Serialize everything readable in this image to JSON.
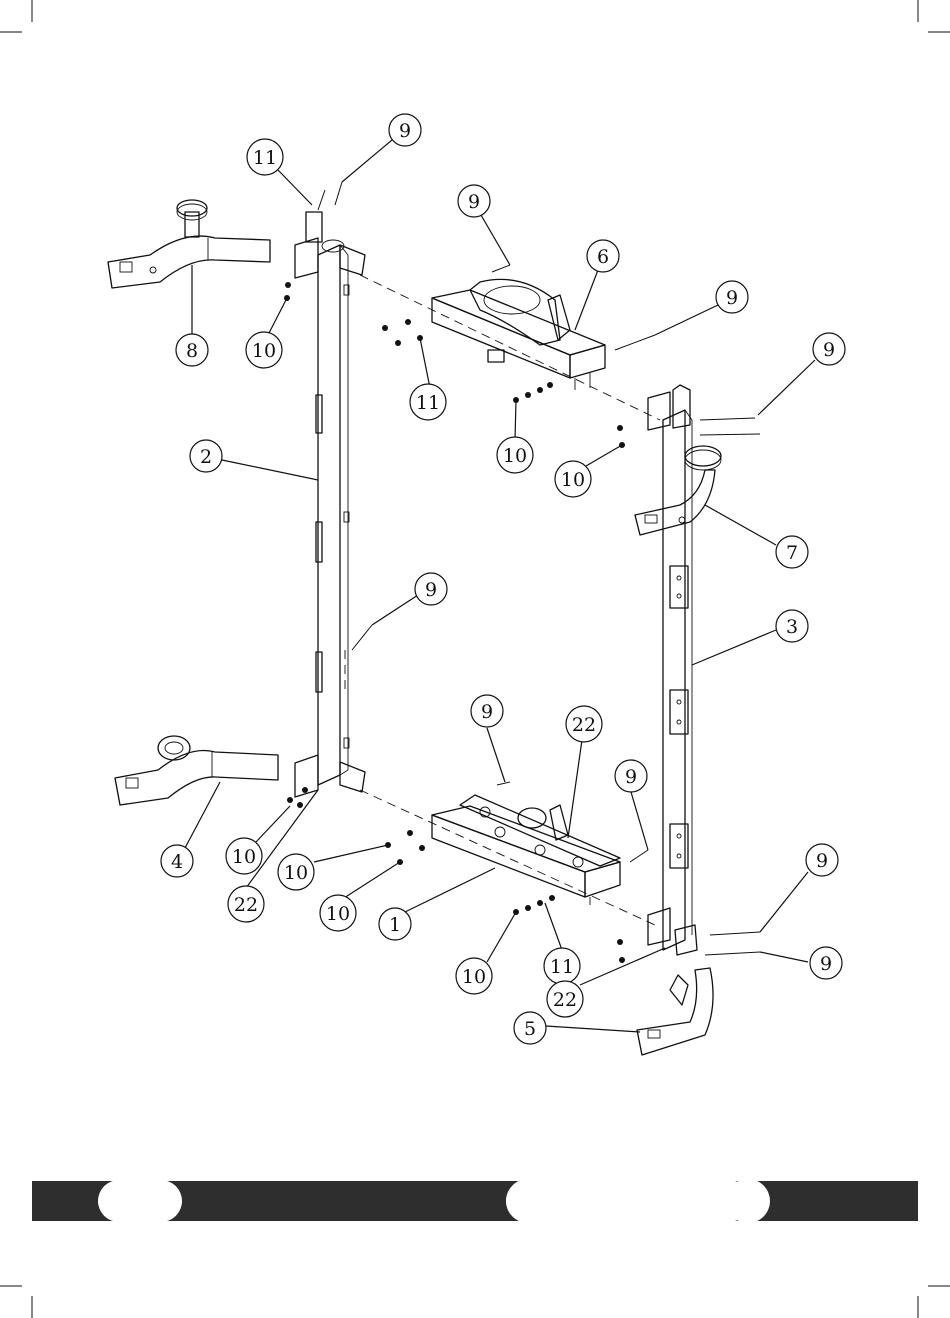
{
  "callouts": [
    {
      "id": "c-11-top",
      "label": "11"
    },
    {
      "id": "c-9-top",
      "label": "9"
    },
    {
      "id": "c-9-upper-mid",
      "label": "9"
    },
    {
      "id": "c-6",
      "label": "6"
    },
    {
      "id": "c-9-right-1",
      "label": "9"
    },
    {
      "id": "c-9-right-2",
      "label": "9"
    },
    {
      "id": "c-8",
      "label": "8"
    },
    {
      "id": "c-10-left-top",
      "label": "10"
    },
    {
      "id": "c-11-mid",
      "label": "11"
    },
    {
      "id": "c-10-mid",
      "label": "10"
    },
    {
      "id": "c-10-right",
      "label": "10"
    },
    {
      "id": "c-2",
      "label": "2"
    },
    {
      "id": "c-7",
      "label": "7"
    },
    {
      "id": "c-9-left-mid",
      "label": "9"
    },
    {
      "id": "c-3",
      "label": "3"
    },
    {
      "id": "c-9-lower-mid",
      "label": "9"
    },
    {
      "id": "c-22-mid",
      "label": "22"
    },
    {
      "id": "c-9-lower-right",
      "label": "9"
    },
    {
      "id": "c-4",
      "label": "4"
    },
    {
      "id": "c-10-left-bottom",
      "label": "10"
    },
    {
      "id": "c-9-far-right-1",
      "label": "9"
    },
    {
      "id": "c-10-lower-1",
      "label": "10"
    },
    {
      "id": "c-22-left",
      "label": "22"
    },
    {
      "id": "c-10-lower-2",
      "label": "10"
    },
    {
      "id": "c-1",
      "label": "1"
    },
    {
      "id": "c-9-far-right-2",
      "label": "9"
    },
    {
      "id": "c-10-bottom",
      "label": "10"
    },
    {
      "id": "c-11-bottom",
      "label": "11"
    },
    {
      "id": "c-22-right",
      "label": "22"
    },
    {
      "id": "c-5",
      "label": "5"
    }
  ],
  "colors": {
    "ink": "#111111",
    "footer_bar": "#2e2e2e",
    "paper": "#ffffff"
  }
}
